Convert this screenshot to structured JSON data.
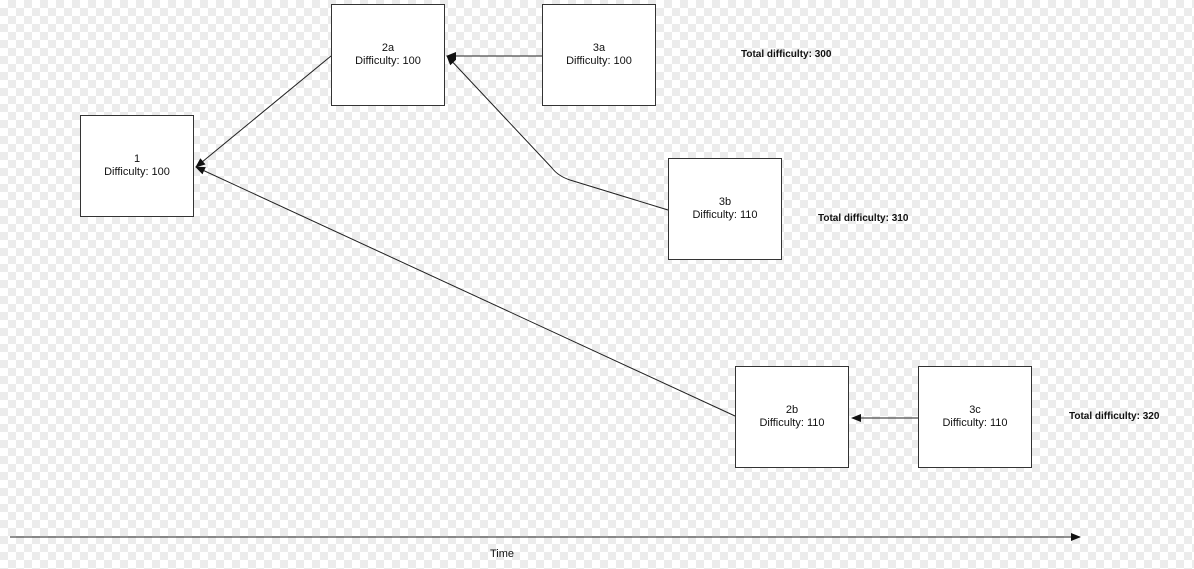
{
  "blocks": {
    "b1": {
      "name": "1",
      "difficulty": "Difficulty: 100"
    },
    "b2a": {
      "name": "2a",
      "difficulty": "Difficulty: 100"
    },
    "b3a": {
      "name": "3a",
      "difficulty": "Difficulty: 100"
    },
    "b3b": {
      "name": "3b",
      "difficulty": "Difficulty: 110"
    },
    "b2b": {
      "name": "2b",
      "difficulty": "Difficulty: 110"
    },
    "b3c": {
      "name": "3c",
      "difficulty": "Difficulty: 110"
    }
  },
  "totals": {
    "chain_a": "Total difficulty: 300",
    "chain_b": "Total difficulty: 310",
    "chain_c": "Total difficulty: 320"
  },
  "axis": {
    "label": "Time"
  },
  "edges": [
    {
      "from": "2a",
      "to": "1"
    },
    {
      "from": "3a",
      "to": "2a"
    },
    {
      "from": "3b",
      "to": "2a"
    },
    {
      "from": "2b",
      "to": "1"
    },
    {
      "from": "3c",
      "to": "2b"
    }
  ]
}
